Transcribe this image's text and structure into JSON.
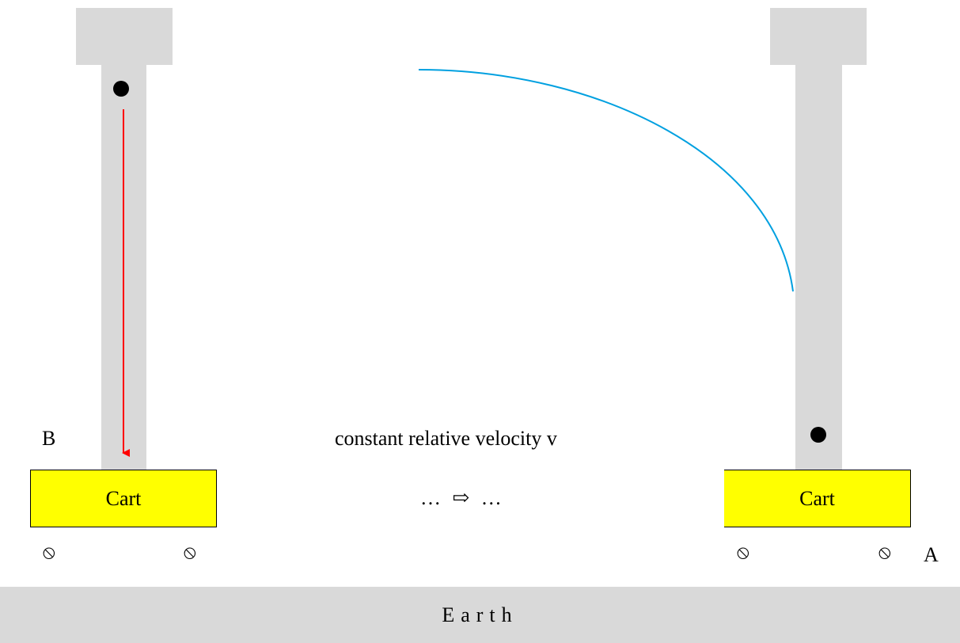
{
  "left_frame": {
    "label": "B",
    "cart_label": "Cart",
    "wheel_symbol": "⦸"
  },
  "right_frame": {
    "label": "A",
    "cart_label": "Cart",
    "wheel_symbol": "⦸"
  },
  "middle": {
    "velocity_text": "constant relative velocity v",
    "motion_text": "… ⇨ …"
  },
  "ground": {
    "label": "Earth"
  },
  "colors": {
    "light_path": "#ff0000",
    "curve": "#00a0e0",
    "cart_fill": "#ffff00",
    "structure_fill": "#d9d9d9"
  }
}
